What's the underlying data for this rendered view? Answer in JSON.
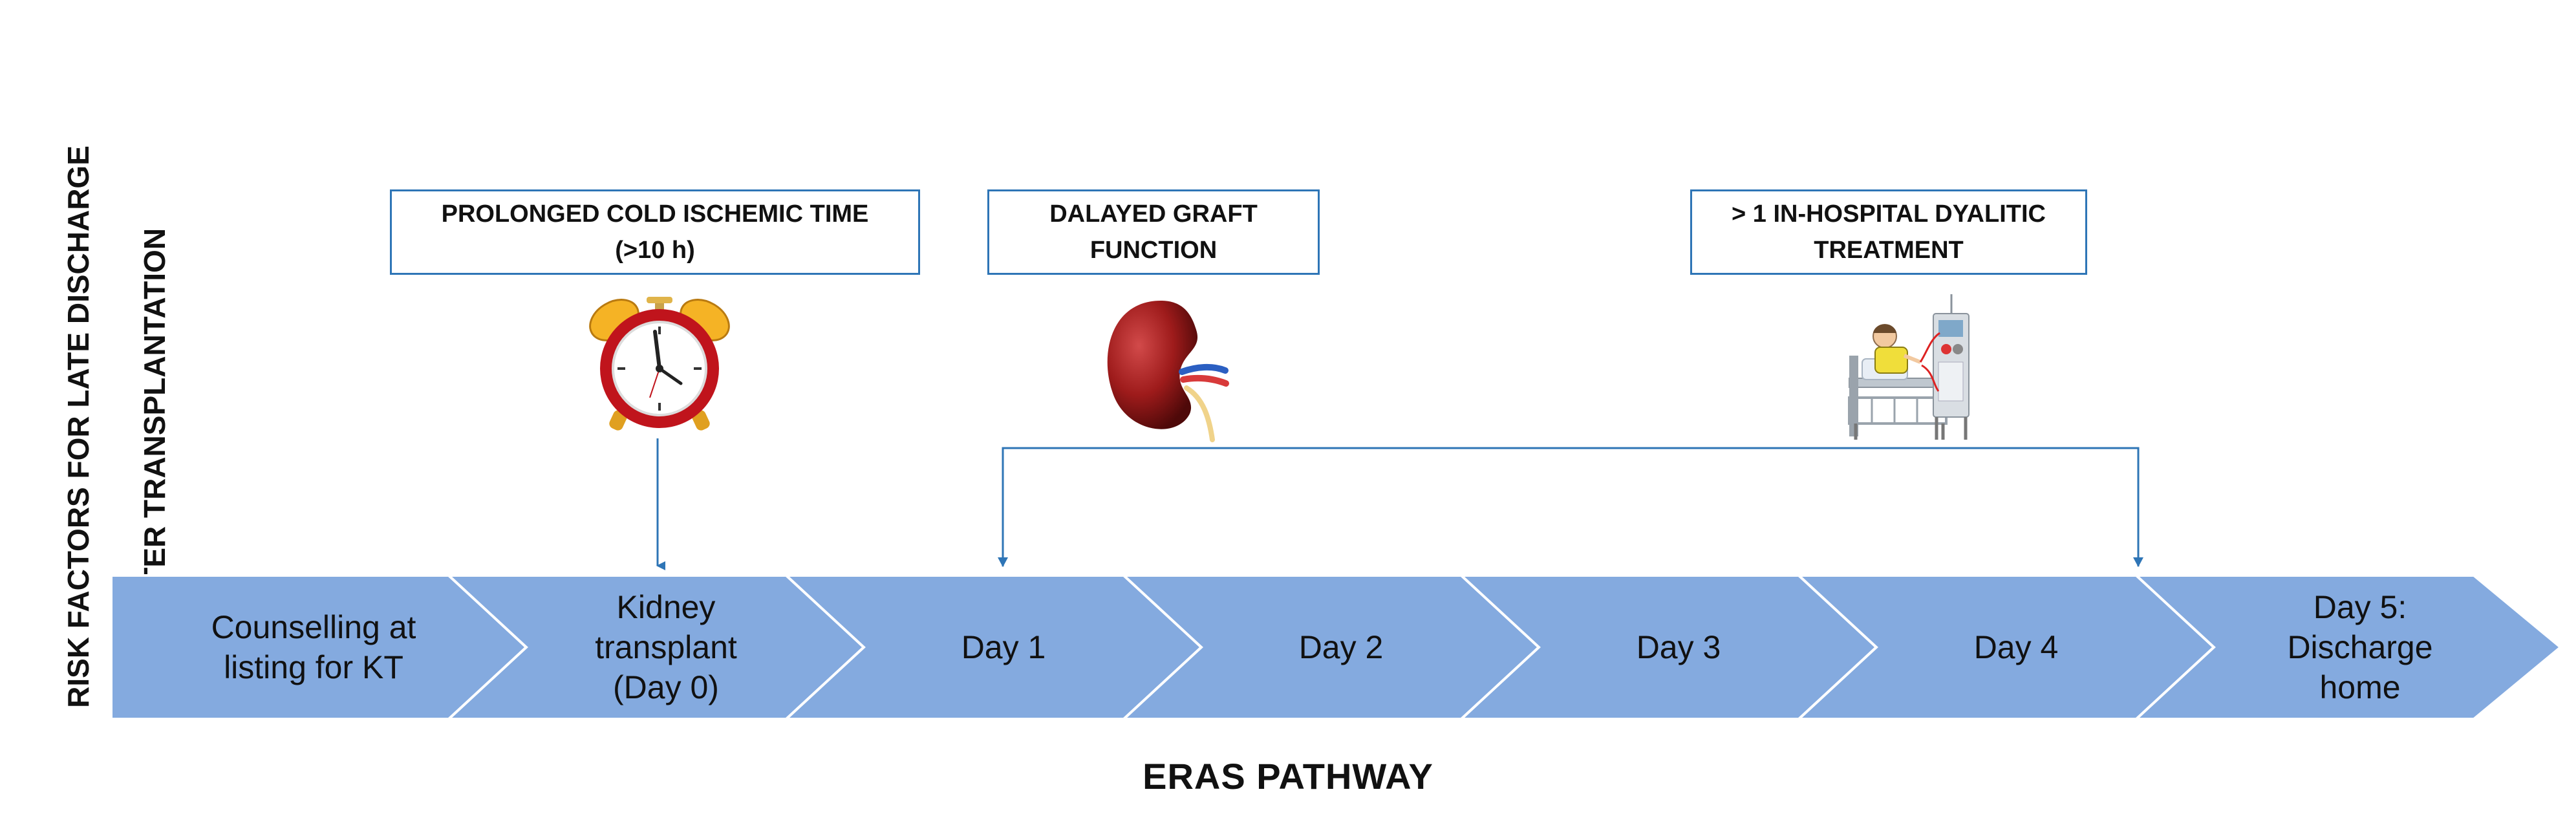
{
  "side_title": {
    "line1": "RISK FACTORS FOR LATE DISCHARGE",
    "line2": "AFTER TRANSPLANTATION"
  },
  "risk_factors": [
    {
      "line1": "PROLONGED COLD ISCHEMIC TIME",
      "line2": "(>10 h)",
      "icon": "alarm-clock-icon"
    },
    {
      "line1": "DALAYED GRAFT",
      "line2": "FUNCTION",
      "icon": "kidney-icon"
    },
    {
      "line1": "> 1 IN-HOSPITAL DYALITIC",
      "line2": "TREATMENT",
      "icon": "dialysis-machine-icon"
    }
  ],
  "pathway_steps": [
    "Counselling at\nlisting for KT",
    "Kidney\ntransplant\n(Day 0)",
    "Day 1",
    "Day 2",
    "Day 3",
    "Day 4",
    "Day 5:\nDischarge\nhome"
  ],
  "footer_title": "ERAS PATHWAY",
  "colors": {
    "chevron_fill": "#84aadf",
    "chevron_border": "#ffffff",
    "connector": "#2e75b6",
    "box_border": "#2e75b6"
  }
}
